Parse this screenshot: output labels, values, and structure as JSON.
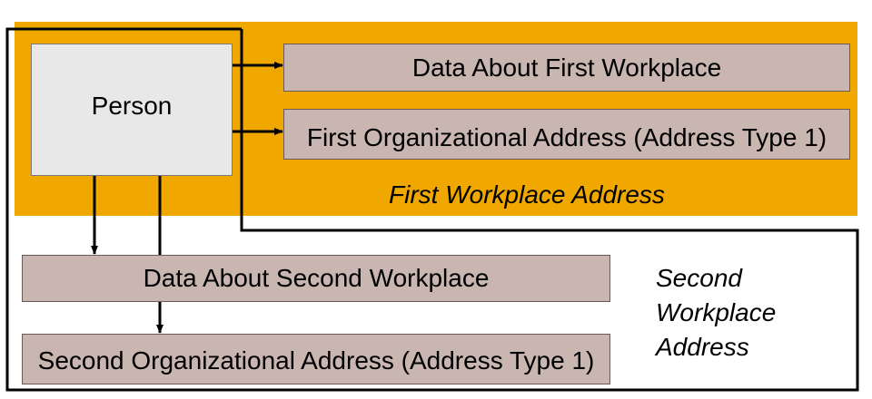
{
  "nodes": {
    "person": "Person",
    "first_workplace_data": "Data About First Workplace",
    "first_org_address": "First Organizational Address (Address Type 1)",
    "second_workplace_data": "Data About Second Workplace",
    "second_org_address": "Second Organizational Address (Address Type 1)"
  },
  "group_labels": {
    "first_workplace_address": "First Workplace Address",
    "second_workplace_address_line1": "Second",
    "second_workplace_address_line2": "Workplace",
    "second_workplace_address_line3": "Address"
  },
  "colors": {
    "first_group_fill": "#f0a800",
    "person_fill": "#e8e8e8",
    "node_fill": "#cab6b0",
    "line": "#000000"
  }
}
